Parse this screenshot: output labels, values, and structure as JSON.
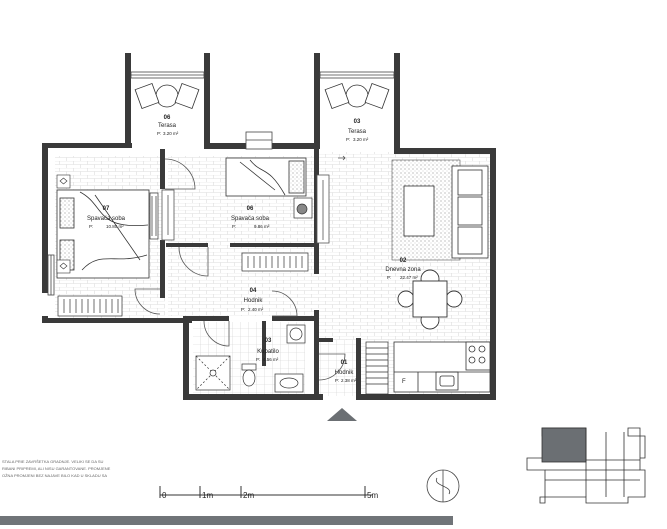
{
  "rooms": [
    {
      "num": "06",
      "name": "Terasa",
      "area_label": "P:",
      "area": "3.20 m²"
    },
    {
      "num": "03",
      "name": "Terasa",
      "area_label": "P:",
      "area": "3.20 m²"
    },
    {
      "num": "07",
      "name": "Spavaća soba",
      "area_label": "P:",
      "area": "10.80 m²"
    },
    {
      "num": "06",
      "name": "Spavaća soba",
      "area_label": "P:",
      "area": "9.86 m²"
    },
    {
      "num": "02",
      "name": "Dnevna zona",
      "area_label": "P:",
      "area": "22.47 m²"
    },
    {
      "num": "04",
      "name": "Hodnik",
      "area_label": "P:",
      "area": "2.40 m²"
    },
    {
      "num": "03",
      "name": "Kupatilo",
      "area_label": "P:",
      "area": "4.56 m²"
    },
    {
      "num": "01",
      "name": "Hodnik",
      "area_label": "P:",
      "area": "2.38 m²"
    }
  ],
  "scale": {
    "ticks": [
      "0",
      "1m",
      "2m",
      "5m"
    ]
  },
  "fridge_label": "F",
  "disclaimer": [
    "STALA PRIE ZAVRŠETKA GRADNJE. VELIKI SE DA SU",
    "RIBANI PRIPREMI, ALI NISU GARANTOVANE. PROMJENE",
    "OŽNA PROMJENI BEZ NAJAVE BILO KAD U SKLADU SA"
  ],
  "colors": {
    "wall": "#3a3a3a",
    "key_highlight": "#6b6f73",
    "footer_bar": "#707478",
    "tile": "#d9d9d9"
  }
}
